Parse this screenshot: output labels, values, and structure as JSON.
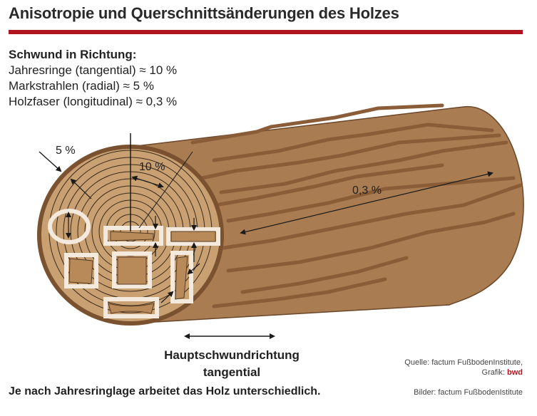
{
  "header": {
    "title": "Anisotropie und Querschnittsänderungen des Holzes",
    "accent_color": "#b0151f"
  },
  "legend": {
    "heading": "Schwund in Richtung:",
    "items": [
      {
        "label": "Jahresringe (tangential) ≈ 10 %"
      },
      {
        "label": "Markstrahlen (radial) ≈ 5 %"
      },
      {
        "label": "Holzfaser (longitudinal) ≈ 0,3 %"
      }
    ]
  },
  "diagram": {
    "radial_label": "5 %",
    "tangential_label": "10 %",
    "longitudinal_label": "0,3 %",
    "main_direction": {
      "line1": "Hauptschwundrichtung",
      "line2": "tangential"
    },
    "colors": {
      "bark": "#a97c52",
      "bark_dark": "#8a5d38",
      "end_grain": "#c9a071",
      "ring_line": "#3a2a1c",
      "piece_frame": "#f3e9dd"
    }
  },
  "footer": {
    "caption": "Je nach Jahresringlage arbeitet das Holz unterschiedlich.",
    "source_line1": "Quelle: factum FußbodenInstitute,",
    "source_line2_prefix": "Grafik: ",
    "source_brand": "bwd",
    "images_credit": "Bilder: factum FußbodenIstitute"
  }
}
